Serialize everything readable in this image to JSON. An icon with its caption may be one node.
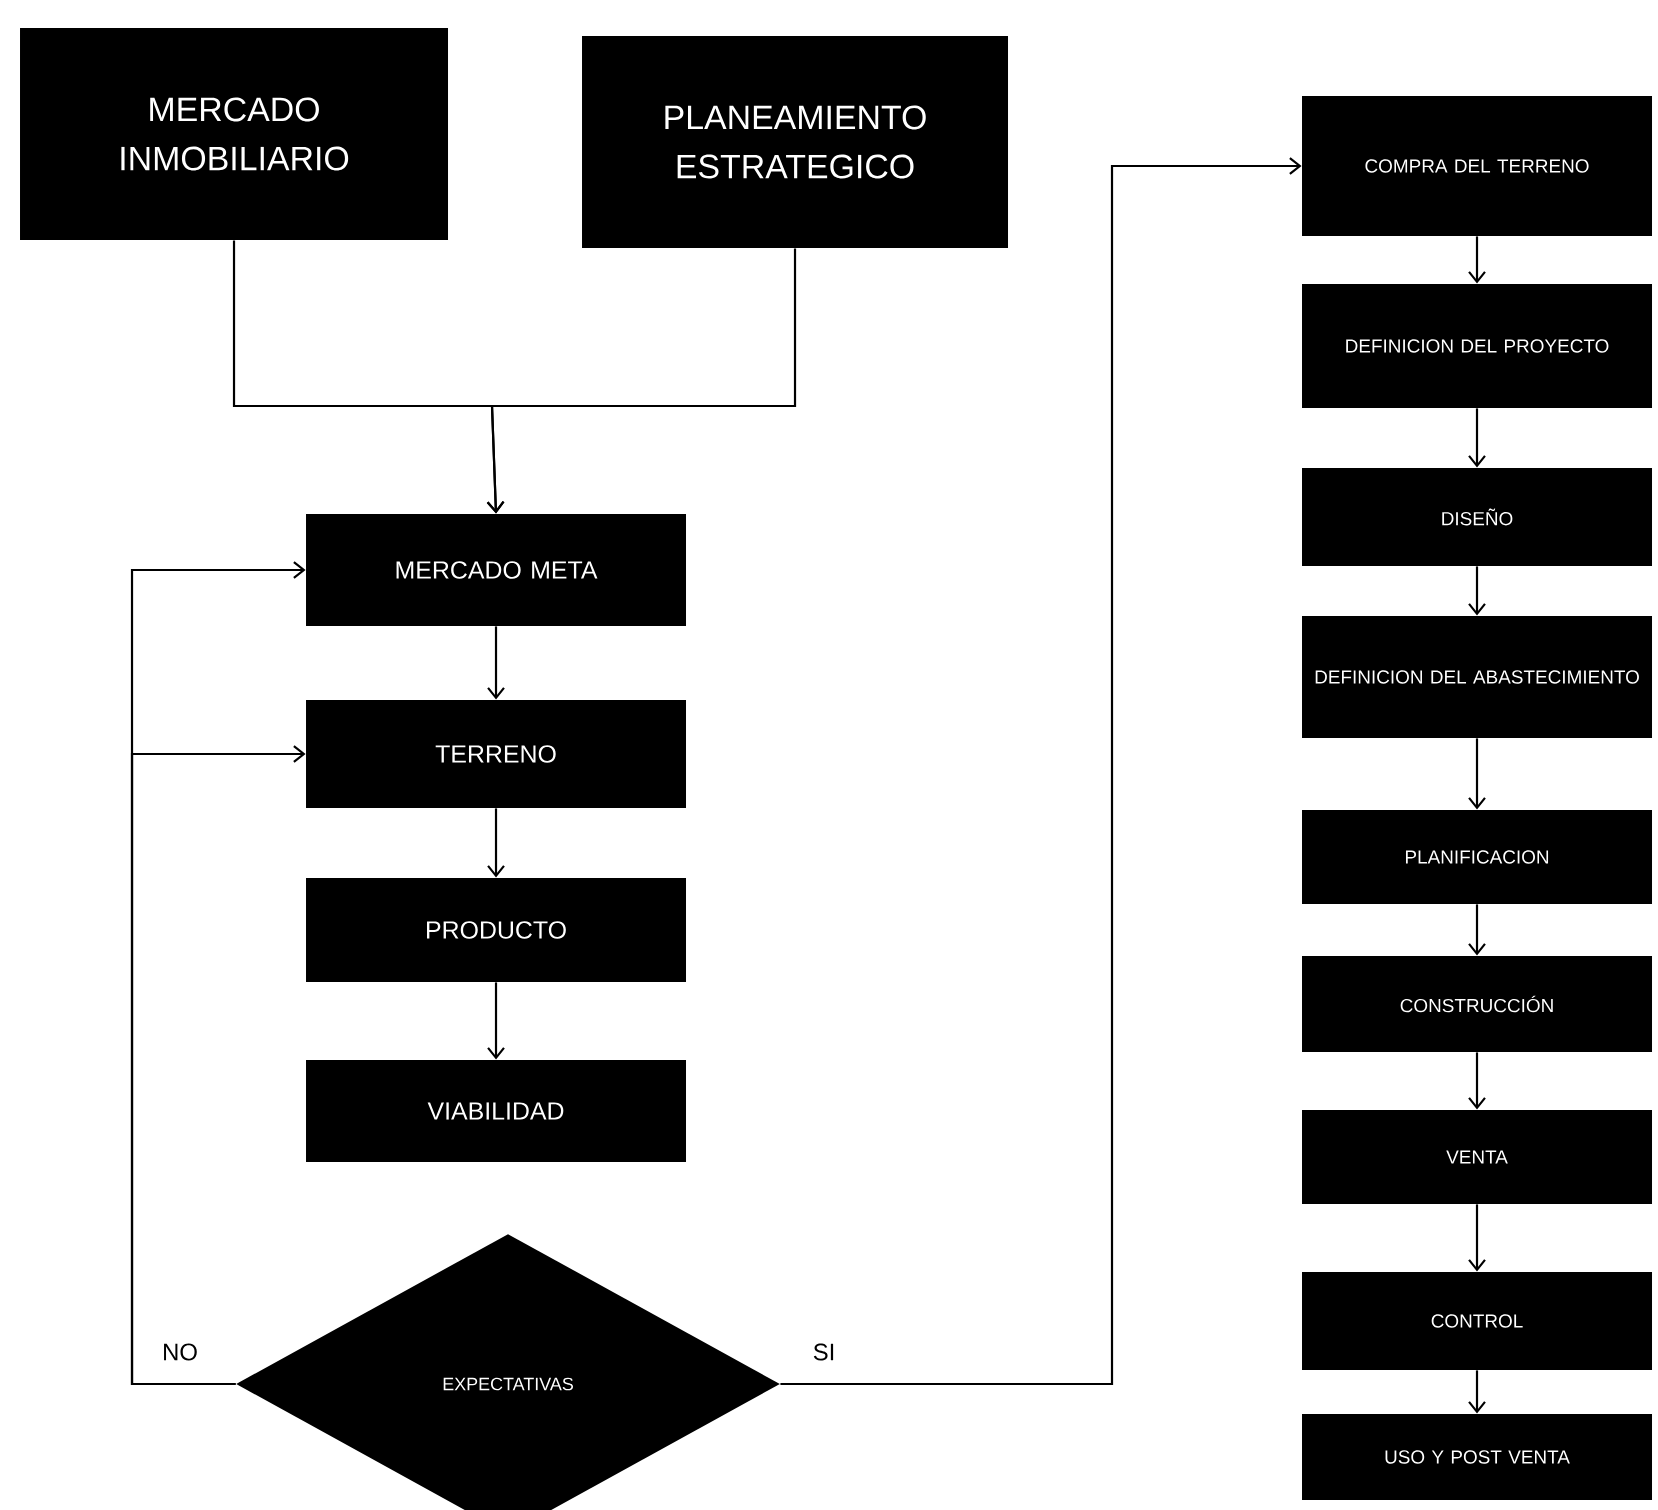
{
  "diagram": {
    "nodes": [
      {
        "text": [
          "MERCADO INMOBILIARIO"
        ]
      },
      {
        "text": [
          "PLANEAMIENTO ESTRATEGICO"
        ]
      },
      {
        "text": [
          "MERCADO META"
        ]
      },
      {
        "text": [
          "TERRENO"
        ]
      },
      {
        "text": [
          "PRODUCTO"
        ]
      },
      {
        "text": [
          "VIABILIDAD"
        ]
      },
      {
        "text": [
          "EXPECTATIVAS"
        ]
      },
      {
        "text": [
          "COMPRA DEL TERRENO"
        ]
      },
      {
        "text": [
          "DEFINICION DEL PROYECTO"
        ]
      },
      {
        "text": [
          "DISEÑO"
        ]
      },
      {
        "text": [
          "DEFINICION DEL ABASTECIMIENTO"
        ]
      },
      {
        "text": [
          "PLANIFICACION"
        ]
      },
      {
        "text": [
          "CONSTRUCCIÓN"
        ]
      },
      {
        "text": [
          "VENTA"
        ]
      },
      {
        "text": [
          "CONTROL"
        ]
      },
      {
        "text": [
          "USO Y POST VENTA"
        ]
      }
    ],
    "edges": [
      {
        "from": 0,
        "to": 2,
        "arrow": "to"
      },
      {
        "from": 1,
        "to": 2,
        "arrow": "to"
      },
      {
        "from": 2,
        "to": 3,
        "arrow": "to"
      },
      {
        "from": 3,
        "to": 4,
        "arrow": "to"
      },
      {
        "from": 4,
        "to": 5,
        "arrow": "to"
      },
      {
        "from": 6,
        "to": 2,
        "arrow": "to",
        "label": "NO"
      },
      {
        "from": 6,
        "to": 3,
        "arrow": "to"
      },
      {
        "from": 6,
        "to": 7,
        "arrow": "to",
        "label": "SI"
      },
      {
        "from": 7,
        "to": 8,
        "arrow": "to"
      },
      {
        "from": 8,
        "to": 9,
        "arrow": "to"
      },
      {
        "from": 9,
        "to": 10,
        "arrow": "to"
      },
      {
        "from": 10,
        "to": 11,
        "arrow": "to"
      },
      {
        "from": 11,
        "to": 12,
        "arrow": "to"
      },
      {
        "from": 12,
        "to": 13,
        "arrow": "to"
      },
      {
        "from": 13,
        "to": 14,
        "arrow": "to"
      },
      {
        "from": 14,
        "to": 15,
        "arrow": "to"
      }
    ]
  }
}
